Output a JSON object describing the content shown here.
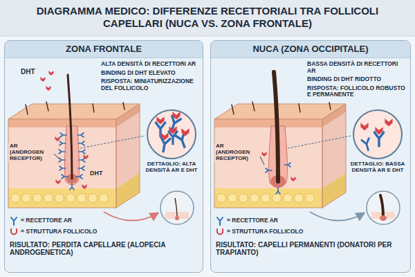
{
  "diagram": {
    "title": "DIAGRAMMA MEDICO: DIFFERENZE RECETTORIALI TRA FOLLICOLI CAPELLARI (NUCA VS. ZONA FRONTALE)",
    "nodes": [
      {
        "text": [
          "ZONA FRONTALE"
        ]
      },
      {
        "text": [
          "DETTAGLIO: ALTA DENSITÀ AR E DHT"
        ],
        "in": 0
      },
      {
        "text": [
          "NUCA (ZONA OCCIPITALE)"
        ]
      },
      {
        "text": [
          "DETTAGLIO: BASSA DENSITÀ AR E DHT"
        ],
        "in": 2
      }
    ],
    "labels": [
      "DHT",
      "ALTA DENSITÀ DI RECETTORI AR",
      "BINDING DI DHT ELEVATO",
      "RISPOSTA: MINIATURIZZAZIONE DEL FOLLICOLO",
      "AR (ANDROGEN RECEPTOR)",
      "DHT",
      "RISULTATO: PERDITA CAPELLARE (ALOPECIA ANDROGENETICA)",
      "BASSA DENSITÀ DI RECETTORI AR",
      "BINDING DI DHT RIDOTTO",
      "RISPOSTA: FOLLICOLO ROBUSTO E PERMANENTE",
      "AR (ANDROGEN RECEPTOR)",
      "RISULTATO: CAPELLI PERMANENTI (DONATORI PER TRAPIANTO)"
    ],
    "legend": [
      {
        "text": "= RECETTORE AR"
      },
      {
        "text": "= STRUTTURA FOLLICOLO"
      },
      {
        "text": "= RECETTORE AR"
      },
      {
        "text": "= STRUTTURA FOLLICOLO"
      }
    ]
  }
}
